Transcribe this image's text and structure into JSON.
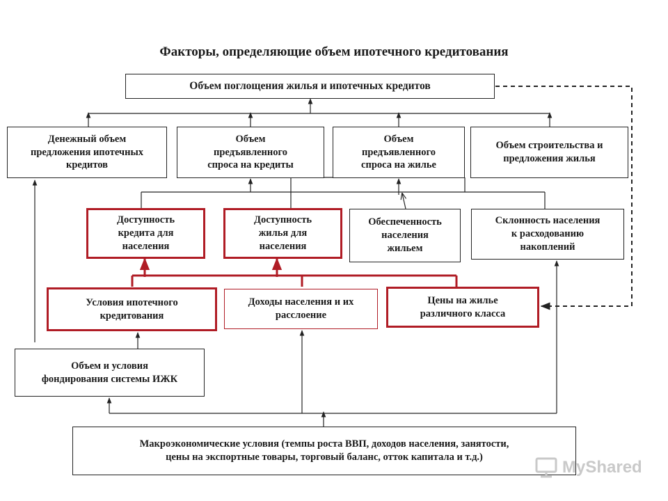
{
  "title": "Факторы, определяющие объем ипотечного кредитования",
  "boxes": {
    "absorption": "Объем поглощения жилья и ипотечных кредитов",
    "money_supply": "Денежный объем\nпредложения ипотечных\nкредитов",
    "credit_demand": "Объем\nпредъявленного\nспроса на кредиты",
    "housing_demand": "Объем\nпредъявленного\nспроса на жилье",
    "construction": "Объем строительства и\nпредложения жилья",
    "credit_access": "Доступность\nкредита для\nнаселения",
    "housing_access": "Доступность\nжилья для\nнаселения",
    "housing_provision": "Обеспеченность\nнаселения\nжильем",
    "propensity": "Склонность населения\nк расходованию\nнакоплений",
    "mortgage_terms": "Условия ипотечного\nкредитования",
    "incomes": "Доходы населения и их\nрасслоение",
    "prices": "Цены на жилье\nразличного класса",
    "funding": "Объем и условия\nфондирования системы ИЖК",
    "macro": "Макроэкономические условия (темпы роста ВВП, доходов населения, занятости,\nцены на экспортные товары, торговый баланс, отток капитала и т.д.)"
  },
  "watermark": "MyShared",
  "colors": {
    "accent_red": "#b01c25",
    "line": "#222222"
  }
}
